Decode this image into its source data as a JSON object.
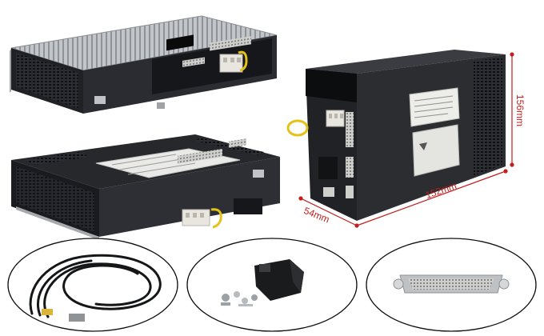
{
  "dimensions": {
    "depth": "54mm",
    "width": "152mm",
    "height": "156mm"
  },
  "colors": {
    "dimension": "#c41e1e",
    "chassis": "#26282c",
    "heatsink": "#b9bcc0",
    "connector_body": "#e8e6df",
    "connector_latch": "#e5c21a"
  },
  "icons": [
    "servo-drive-top-view",
    "servo-drive-front-view",
    "servo-drive-bottom-view",
    "encoder-cable",
    "db25-connector-hood",
    "db25-connector"
  ]
}
